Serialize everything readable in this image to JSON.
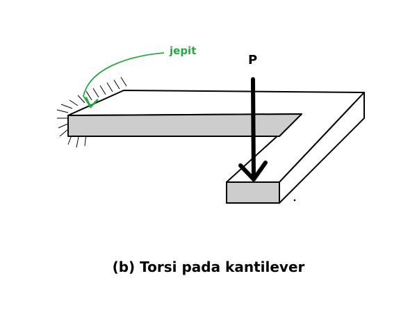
{
  "labels": {
    "support": "jepit",
    "load": "P"
  },
  "caption": "(b) Torsi pada kantilever",
  "colors": {
    "beam_top": "#ffffff",
    "beam_side": "#cdcdcd",
    "outline": "#000000",
    "annotation": "#27a844"
  }
}
